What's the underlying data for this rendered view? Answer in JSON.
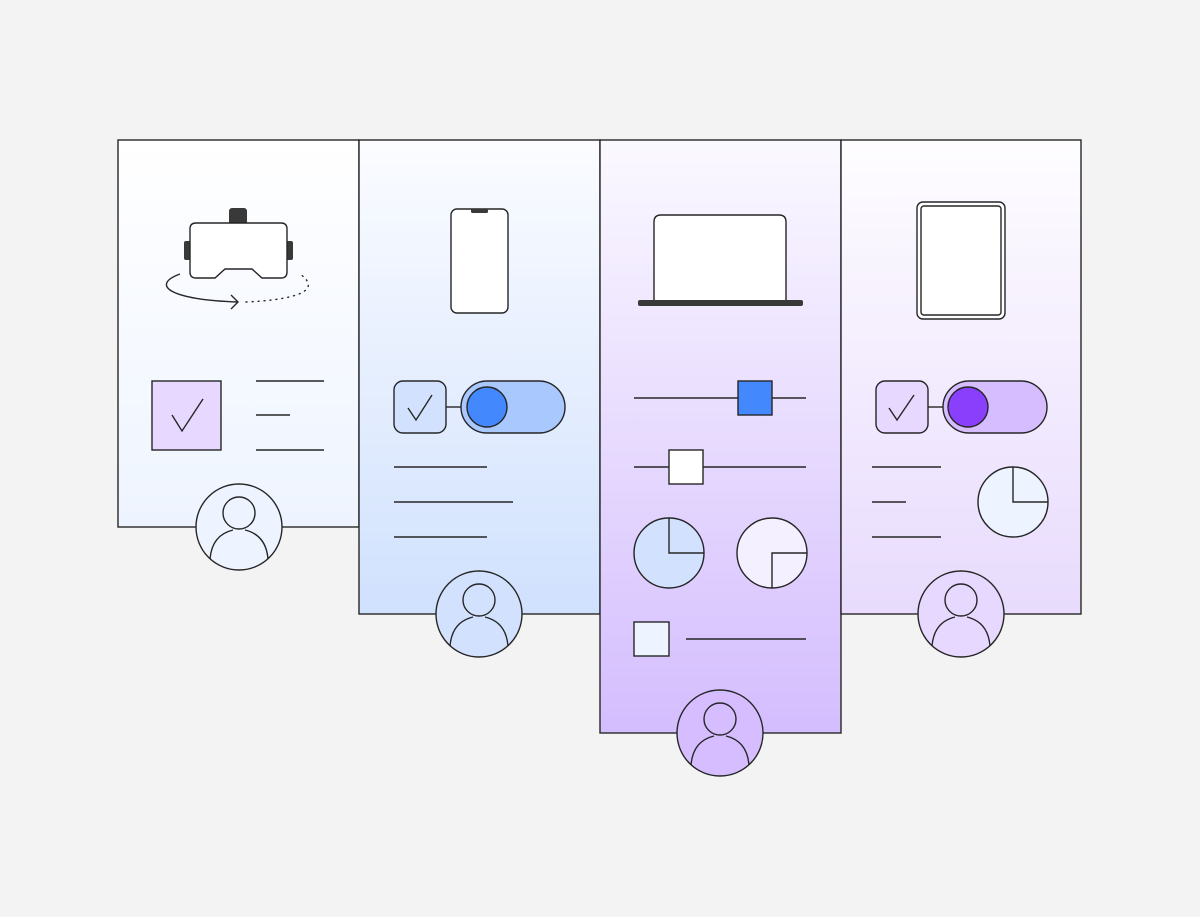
{
  "colors": {
    "background": "#f3f3f3",
    "stroke": "#262626",
    "blue_accent": "#4488fd",
    "blue_light": "#a8c8fe",
    "blue_pale": "#d2e2fe",
    "purple_accent": "#8a3ffc",
    "purple_light": "#d5bdff",
    "purple_pale": "#e6d8fe"
  },
  "panels": [
    {
      "device": "vr-headset",
      "checkbox_checked": true
    },
    {
      "device": "smartphone",
      "checkbox_checked": true,
      "toggle_on": true
    },
    {
      "device": "laptop",
      "sliders": [
        0.65,
        0.2
      ],
      "pie_fractions": [
        0.25,
        0.25
      ]
    },
    {
      "device": "tablet",
      "checkbox_checked": true,
      "toggle_on": true,
      "pie_fraction": 0.25
    }
  ]
}
